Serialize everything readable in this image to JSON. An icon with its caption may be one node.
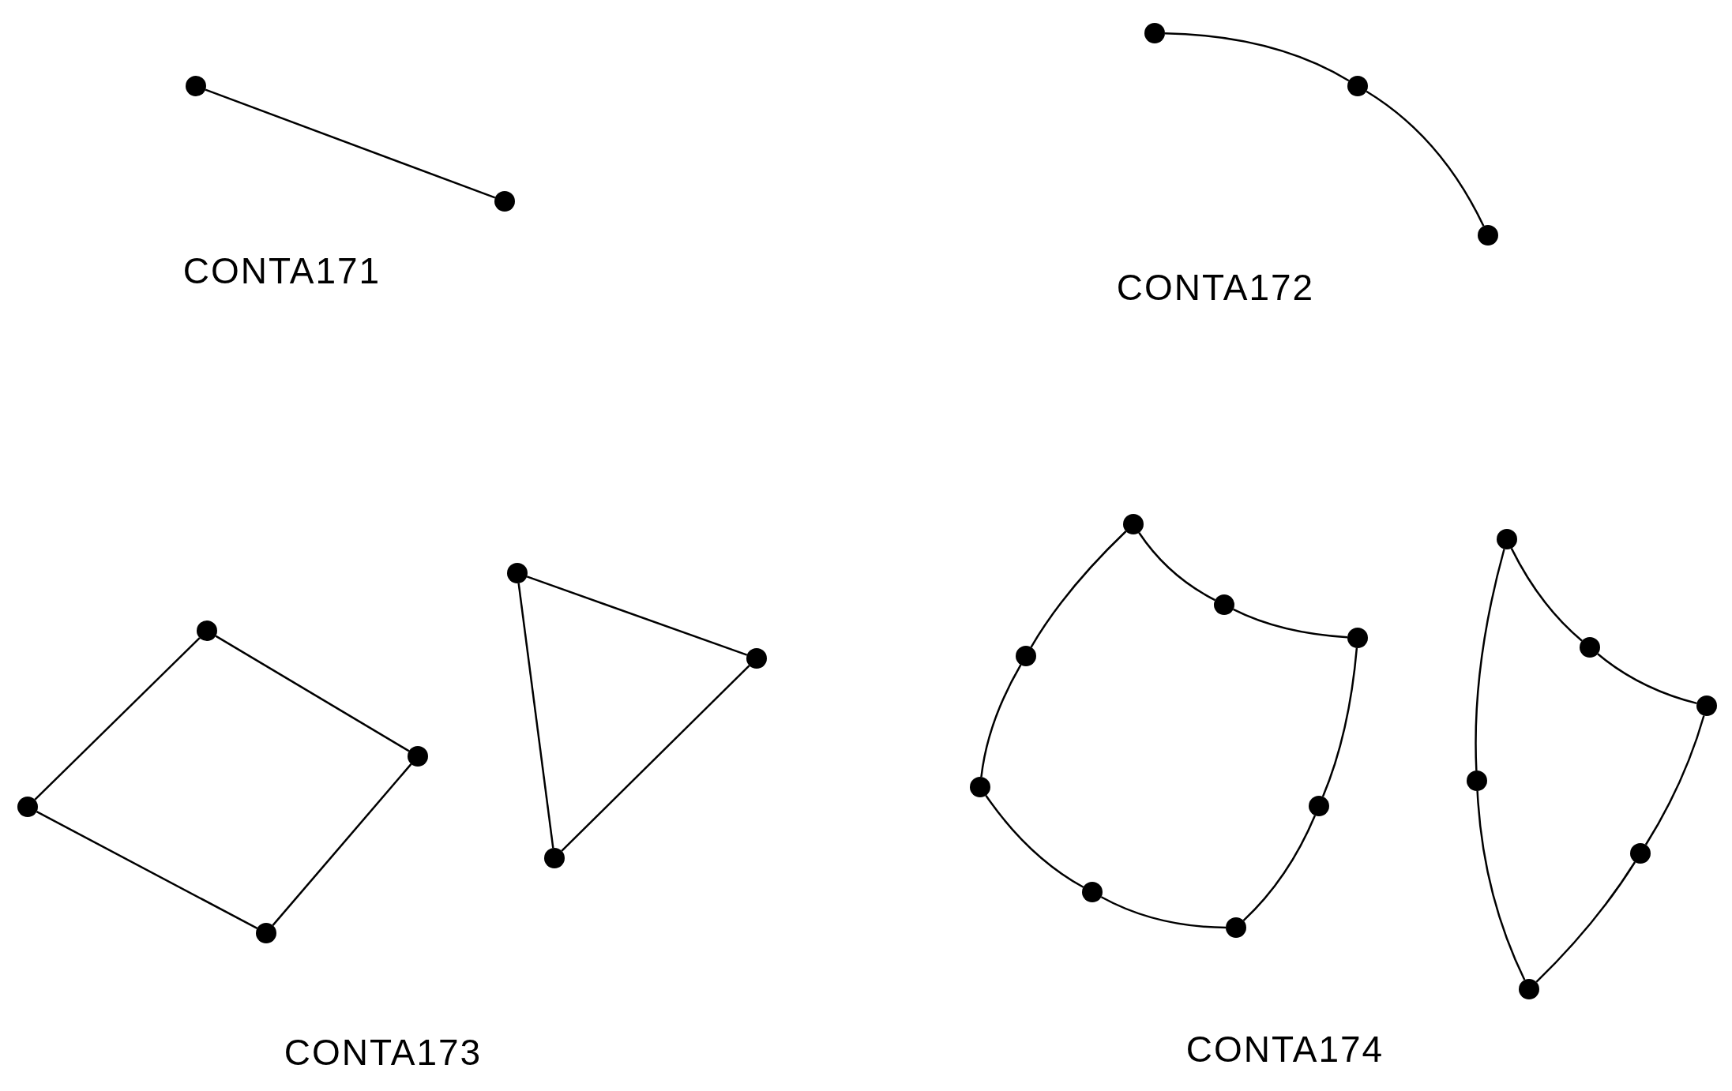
{
  "diagram": {
    "nodes": [
      {
        "text": [],
        "shape": "circle"
      },
      {
        "text": [],
        "shape": "circle"
      },
      {
        "text": [],
        "shape": "circle"
      },
      {
        "text": [],
        "shape": "circle"
      },
      {
        "text": [],
        "shape": "circle"
      },
      {
        "text": [],
        "shape": "circle"
      },
      {
        "text": [],
        "shape": "circle"
      },
      {
        "text": [],
        "shape": "circle"
      },
      {
        "text": [],
        "shape": "circle"
      },
      {
        "text": [],
        "shape": "circle"
      },
      {
        "text": [],
        "shape": "circle"
      },
      {
        "text": [],
        "shape": "circle"
      },
      {
        "text": [],
        "shape": "circle"
      },
      {
        "text": [],
        "shape": "circle"
      },
      {
        "text": [],
        "shape": "circle"
      },
      {
        "text": [],
        "shape": "circle"
      },
      {
        "text": [],
        "shape": "circle"
      },
      {
        "text": [],
        "shape": "circle"
      },
      {
        "text": [],
        "shape": "circle"
      },
      {
        "text": [],
        "shape": "circle"
      },
      {
        "text": [],
        "shape": "circle"
      },
      {
        "text": [],
        "shape": "circle"
      },
      {
        "text": [],
        "shape": "circle"
      },
      {
        "text": [],
        "shape": "circle"
      },
      {
        "text": [],
        "shape": "circle"
      },
      {
        "text": [],
        "shape": "circle"
      }
    ],
    "edges": [
      {
        "from": 0,
        "to": 1,
        "arrow": "none"
      },
      {
        "from": 2,
        "to": 3,
        "arrow": "none"
      },
      {
        "from": 3,
        "to": 4,
        "arrow": "none"
      },
      {
        "from": 5,
        "to": 6,
        "arrow": "none"
      },
      {
        "from": 6,
        "to": 7,
        "arrow": "none"
      },
      {
        "from": 7,
        "to": 8,
        "arrow": "none"
      },
      {
        "from": 8,
        "to": 5,
        "arrow": "none"
      },
      {
        "from": 9,
        "to": 10,
        "arrow": "none"
      },
      {
        "from": 10,
        "to": 11,
        "arrow": "none"
      },
      {
        "from": 11,
        "to": 9,
        "arrow": "none"
      },
      {
        "from": 12,
        "to": 13,
        "arrow": "none"
      },
      {
        "from": 13,
        "to": 14,
        "arrow": "none"
      },
      {
        "from": 14,
        "to": 15,
        "arrow": "none"
      },
      {
        "from": 15,
        "to": 16,
        "arrow": "none"
      },
      {
        "from": 16,
        "to": 17,
        "arrow": "none"
      },
      {
        "from": 17,
        "to": 18,
        "arrow": "none"
      },
      {
        "from": 18,
        "to": 19,
        "arrow": "none"
      },
      {
        "from": 19,
        "to": 12,
        "arrow": "none"
      },
      {
        "from": 20,
        "to": 21,
        "arrow": "none"
      },
      {
        "from": 21,
        "to": 22,
        "arrow": "none"
      },
      {
        "from": 22,
        "to": 23,
        "arrow": "none"
      },
      {
        "from": 23,
        "to": 24,
        "arrow": "none"
      },
      {
        "from": 24,
        "to": 25,
        "arrow": "none"
      },
      {
        "from": 25,
        "to": 20,
        "arrow": "none"
      }
    ],
    "labels": [
      "CONTA171",
      "CONTA172",
      "CONTA173",
      "CONTA174"
    ]
  }
}
